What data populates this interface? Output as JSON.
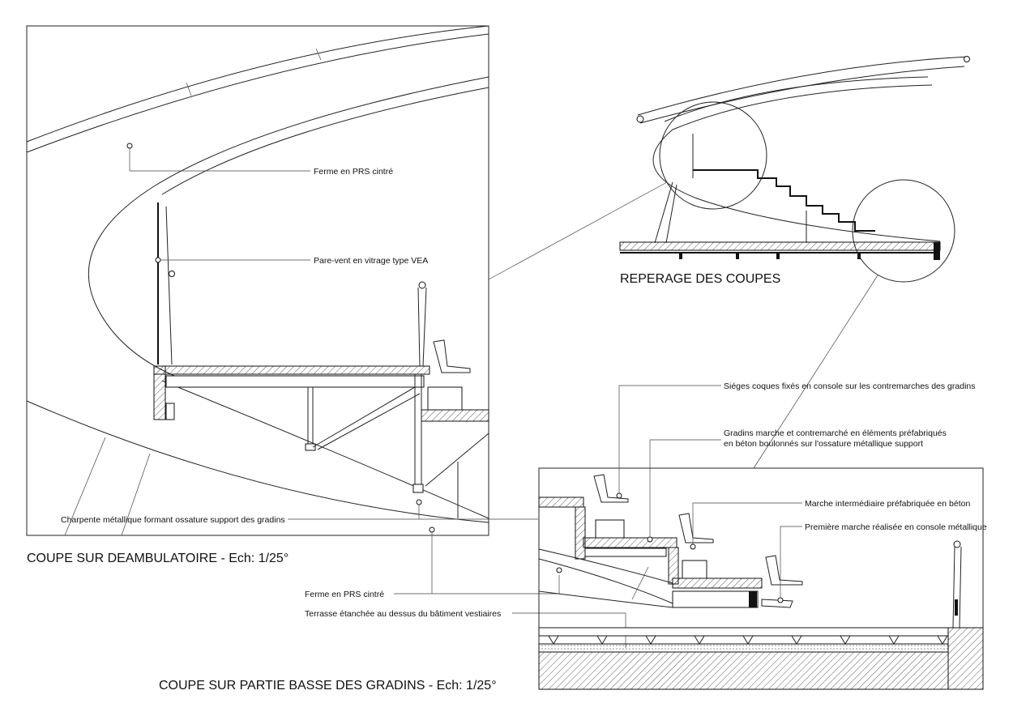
{
  "titles": {
    "section_deambulatoire": "COUPE SUR DEAMBULATOIRE - Ech: 1/25°",
    "section_gradins": "COUPE SUR PARTIE BASSE DES GRADINS - Ech: 1/25°",
    "reperage": "REPERAGE DES COUPES"
  },
  "labels": {
    "ferme_prs_1": "Ferme en PRS cintré",
    "pare_vent": "Pare-vent en vitrage type VEA",
    "charpente": "Charpente métallique formant ossature support des gradins",
    "ferme_prs_2": "Ferme en PRS cintré",
    "terrasse": "Terrasse étanchée au dessus du bâtiment vestiaires",
    "sieges": "Siéges coques fixés en console sur les contremarches des gradins",
    "gradins_line1": "Gradins marche et contremarché en éléments préfabriqués",
    "gradins_line2": "en béton boulonnés sur l'ossature métallique support",
    "marche_intermediaire": "Marche intermédiaire préfabriquée en béton",
    "premiere_marche": "Première marche réalisée en console métallique"
  }
}
